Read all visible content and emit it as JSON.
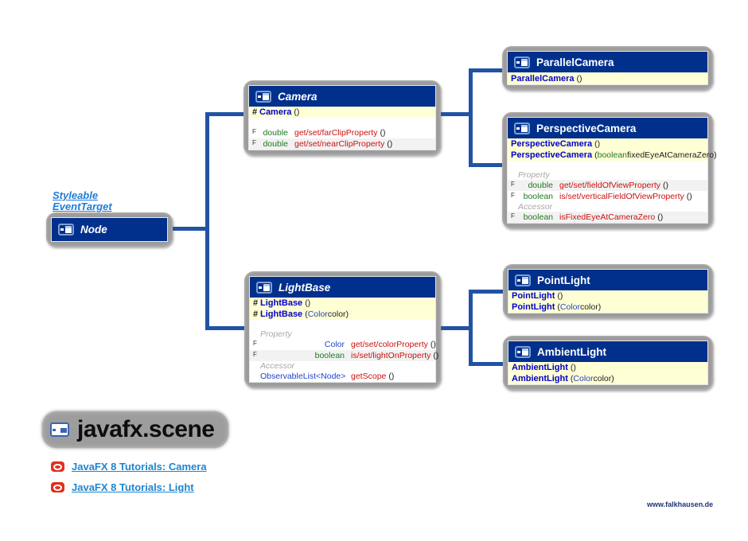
{
  "package": {
    "title": "javafx.scene",
    "watermark": "www.falkhausen.de"
  },
  "links": [
    {
      "label": "JavaFX 8 Tutorials: Camera"
    },
    {
      "label": "JavaFX 8 Tutorials: Light"
    }
  ],
  "colors": {
    "header_bg": "#00308c",
    "connector": "#2153a4",
    "constructor_row_bg": "#ffffd5",
    "constructor_name": "#0000cc",
    "primitive_type_green": "#1e7a1e",
    "class_type_blue": "#2244cc",
    "method_red": "#cc1111",
    "section_label_gray": "#a8a8a8",
    "link_blue": "#1e86d0",
    "shadow_gray": "#9c9c9c",
    "oracle_red": "#e0301e"
  },
  "classes": {
    "node": {
      "name": "Node",
      "interfaces": [
        {
          "label": "Styleable"
        },
        {
          "label": "EventTarget"
        }
      ]
    },
    "camera": {
      "name": "Camera",
      "ctors": [
        {
          "marker": "#",
          "name": "Camera",
          "params": "()"
        }
      ],
      "members": [
        {
          "marker": "F",
          "type": "double",
          "method": "get/set/farClipProperty",
          "params": "()"
        },
        {
          "marker": "F",
          "type": "double",
          "method": "get/set/nearClipProperty",
          "params": "()"
        }
      ]
    },
    "parallel_camera": {
      "name": "ParallelCamera",
      "ctors": [
        {
          "name": "ParallelCamera",
          "params": "()"
        }
      ]
    },
    "perspective_camera": {
      "name": "PerspectiveCamera",
      "ctors": [
        {
          "name": "PerspectiveCamera",
          "params": "()"
        },
        {
          "name": "PerspectiveCamera",
          "p_open": "(",
          "p_type": "boolean",
          "p_rest": " fixedEyeAtCameraZero)"
        }
      ],
      "section_property": "Property",
      "section_accessor": "Accessor",
      "props": [
        {
          "marker": "F",
          "type": "double",
          "method": "get/set/fieldOfViewProperty",
          "params": "()"
        },
        {
          "marker": "F",
          "type": "boolean",
          "method": "is/set/verticalFieldOfViewProperty",
          "params": "()"
        }
      ],
      "accessors": [
        {
          "marker": "F",
          "type": "boolean",
          "method": "isFixedEyeAtCameraZero",
          "params": "()"
        }
      ]
    },
    "light_base": {
      "name": "LightBase",
      "ctors": [
        {
          "marker": "#",
          "name": "LightBase",
          "params": "()"
        },
        {
          "marker": "#",
          "name": "LightBase",
          "p_open": "(",
          "p_type": "Color",
          "p_rest": " color)"
        }
      ],
      "section_property": "Property",
      "section_accessor": "Accessor",
      "props": [
        {
          "marker": "F",
          "type": "Color",
          "method": "get/set/colorProperty",
          "params": "()"
        },
        {
          "marker": "F",
          "type": "boolean",
          "method": "is/set/lightOnProperty",
          "params": "()"
        }
      ],
      "accessors": [
        {
          "type": "ObservableList<Node>",
          "method": "getScope",
          "params": "()"
        }
      ]
    },
    "point_light": {
      "name": "PointLight",
      "ctors": [
        {
          "name": "PointLight",
          "params": "()"
        },
        {
          "name": "PointLight",
          "p_open": "(",
          "p_type": "Color",
          "p_rest": " color)"
        }
      ]
    },
    "ambient_light": {
      "name": "AmbientLight",
      "ctors": [
        {
          "name": "AmbientLight",
          "params": "()"
        },
        {
          "name": "AmbientLight",
          "p_open": "(",
          "p_type": "Color",
          "p_rest": " color)"
        }
      ]
    }
  }
}
